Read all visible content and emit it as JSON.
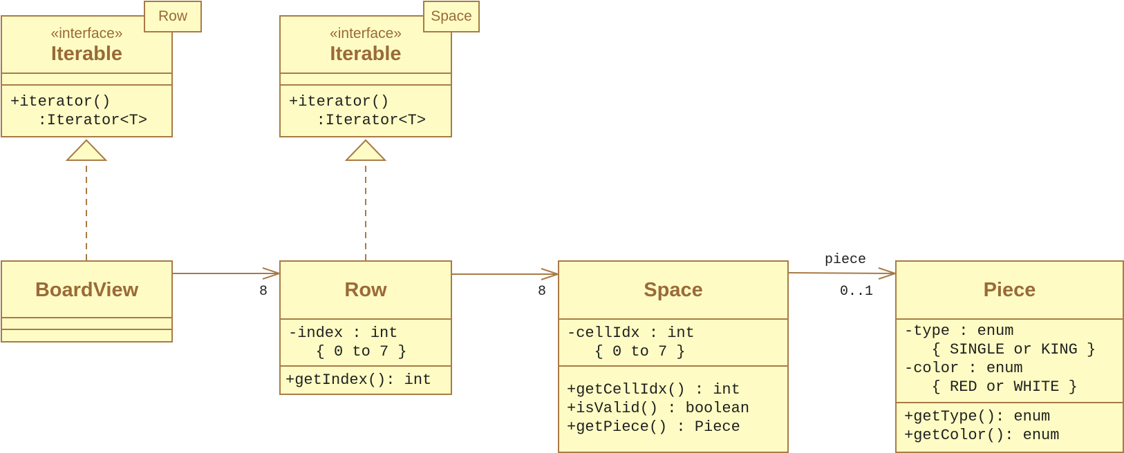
{
  "interfaces": [
    {
      "stereotype": "«interface»",
      "name": "Iterable",
      "template_param": "Row",
      "operations": [
        "+iterator()",
        "   :Iterator<T>"
      ]
    },
    {
      "stereotype": "«interface»",
      "name": "Iterable",
      "template_param": "Space",
      "operations": [
        "+iterator()",
        "   :Iterator<T>"
      ]
    }
  ],
  "classes": {
    "boardview": {
      "name": "BoardView"
    },
    "row": {
      "name": "Row",
      "attributes": [
        "-index : int",
        "   { 0 to 7 }"
      ],
      "operations": [
        "+getIndex(): int"
      ]
    },
    "space": {
      "name": "Space",
      "attributes": [
        "-cellIdx : int",
        "   { 0 to 7 }"
      ],
      "operations": [
        "+getCellIdx() : int",
        "+isValid() : boolean",
        "+getPiece() : Piece"
      ]
    },
    "piece": {
      "name": "Piece",
      "attributes": [
        "-type : enum",
        "   { SINGLE or KING }",
        "-color : enum",
        "   { RED or WHITE }"
      ],
      "operations": [
        "+getType(): enum",
        "+getColor(): enum"
      ]
    }
  },
  "associations": {
    "boardview_row": {
      "multiplicity": "8"
    },
    "row_space": {
      "multiplicity": "8"
    },
    "space_piece": {
      "role": "piece",
      "multiplicity": "0..1"
    }
  },
  "colors": {
    "fill": "#fefcc4",
    "border": "#a87a46",
    "title": "#9a6a38",
    "text": "#1f1f1f"
  }
}
